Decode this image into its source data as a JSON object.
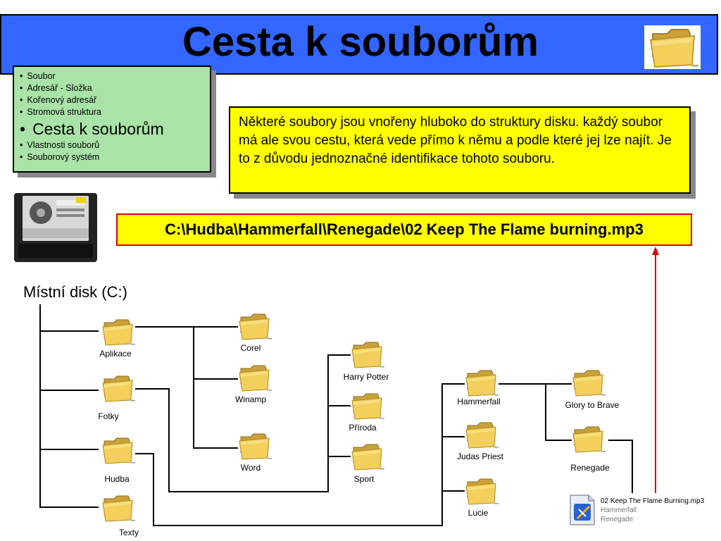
{
  "title": "Cesta k souborům",
  "menu": {
    "items": [
      "Soubor",
      "Adresář - Složka",
      "Kořenový adresář",
      "Stromová struktura"
    ],
    "active": "Cesta k souborům",
    "items_after": [
      "Vlastnosti souborů",
      "Souborový systém"
    ]
  },
  "info_text": "Některé soubory jsou vnořeny hluboko do struktury disku. každý soubor má ale svou cestu, která vede přímo k němu a podle které jej lze najít. Je to z důvodu jednoznačné identifikace tohoto souboru.",
  "path": "C:\\Hudba\\Hammerfall\\Renegade\\02 Keep The Flame burning.mp3",
  "disk_label": "Místní disk (C:)",
  "folders": {
    "aplikace": "Aplikace",
    "fotky": "Fotky",
    "hudba": "Hudba",
    "texty": "Texty",
    "corel": "Corel",
    "winamp": "Winamp",
    "word": "Word",
    "harry_potter": "Harry Potter",
    "priroda": "Příroda",
    "sport": "Sport",
    "hammerfall": "Hammerfall",
    "judas_priest": "Judas Priest",
    "lucie": "Lucie",
    "glory_to_brave": "Glory to Brave",
    "renegade": "Renegade"
  },
  "file": {
    "name": "02 Keep The Flame Burning.mp3",
    "artist": "Hammerfall",
    "album": "Renegade"
  },
  "colors": {
    "header": "#3366ff",
    "menu_bg": "#aae3a8",
    "info_bg": "#ffff00",
    "path_border": "#dd0000",
    "arrow": "#dd0000"
  }
}
